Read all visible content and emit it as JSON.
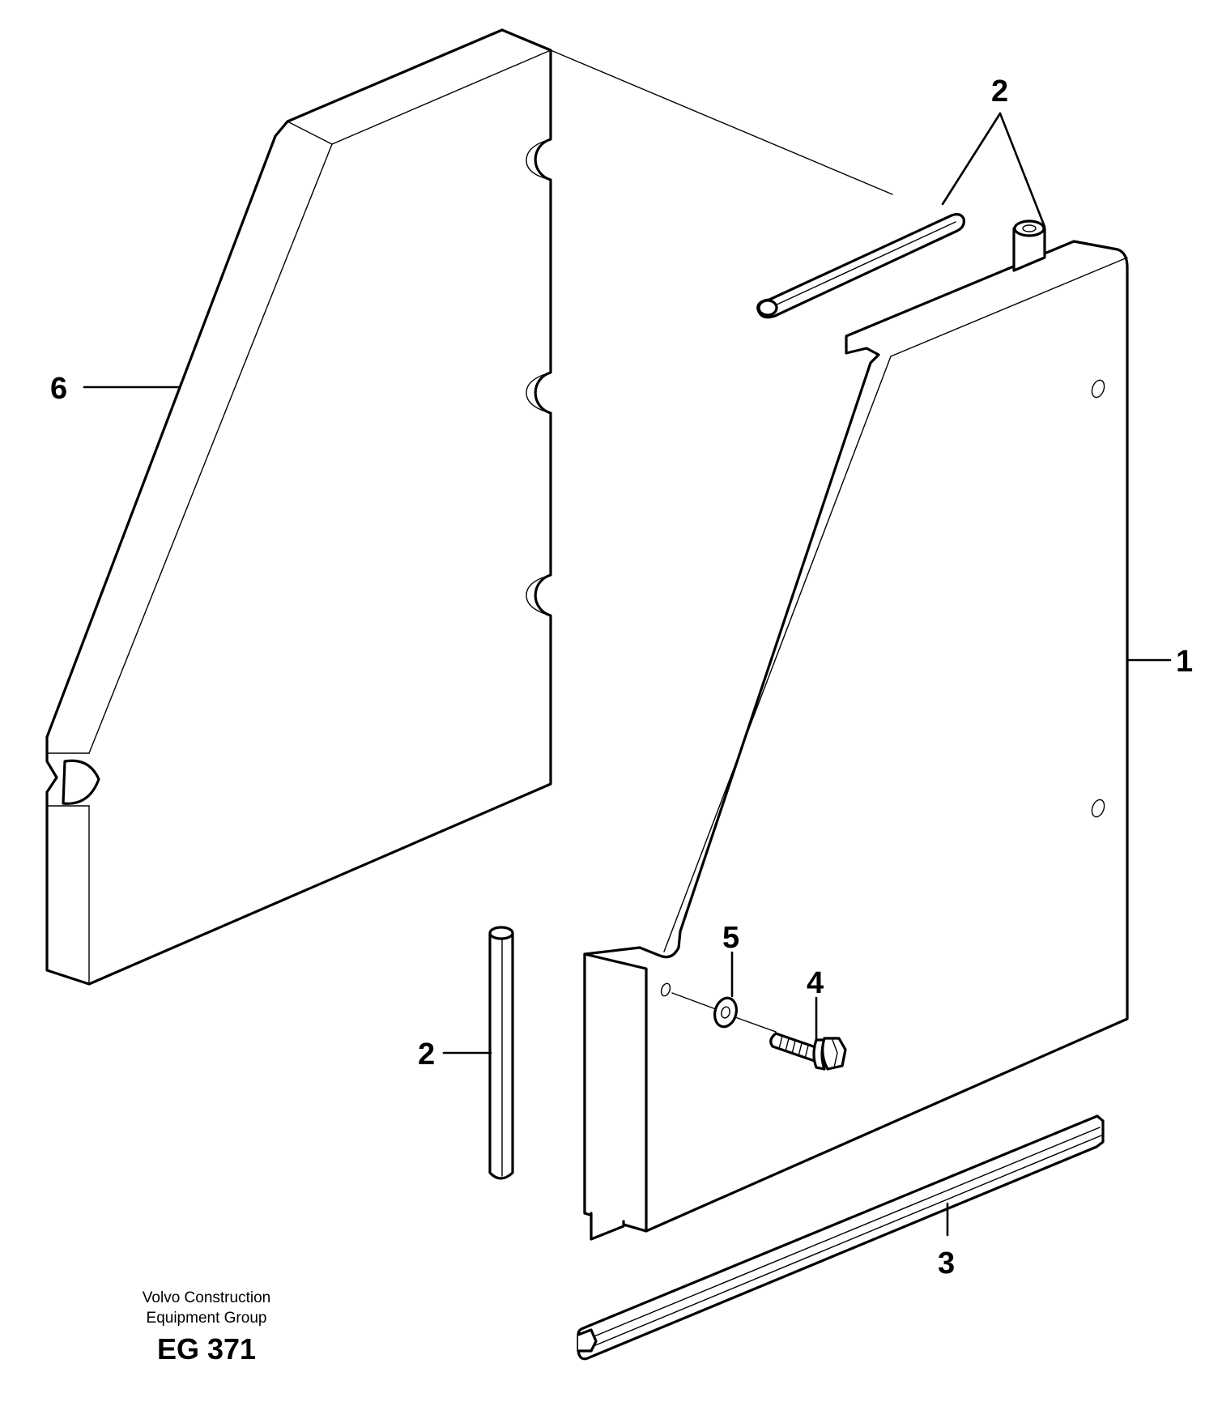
{
  "callouts": {
    "part_1": "1",
    "part_2_top": "2",
    "part_2_left": "2",
    "part_3": "3",
    "part_4": "4",
    "part_5": "5",
    "part_6": "6"
  },
  "caption": {
    "company_line_1": "Volvo Construction",
    "company_line_2": "Equipment Group",
    "figure_code": "EG 371"
  }
}
